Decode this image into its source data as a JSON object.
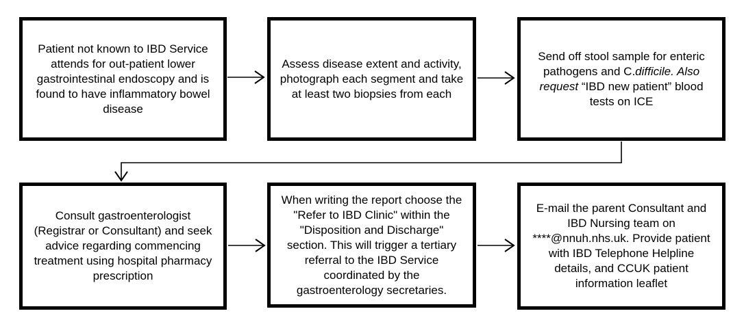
{
  "page": {
    "background_color": "#ffffff",
    "box_border_color": "#000000",
    "text_color": "#000000",
    "connector_color": "#000000"
  },
  "flowchart": {
    "boxes": [
      {
        "id": "box-1",
        "text": "Patient not known to IBD Service attends for out-patient lower gastrointestinal endoscopy and is found to have inflammatory bowel disease"
      },
      {
        "id": "box-2",
        "text": "Assess disease extent and activity, photograph each segment and take at least two biopsies from each"
      },
      {
        "id": "box-3",
        "segments": [
          {
            "text": "Send off stool sample for enteric pathogens and C.",
            "style": "normal"
          },
          {
            "text": "difficile. Also request",
            "style": "italic"
          },
          {
            "text": " “IBD new patient” blood tests on ICE",
            "style": "normal"
          }
        ]
      },
      {
        "id": "box-4",
        "text": "Consult gastroenterologist (Registrar or Consultant) and seek advice regarding commencing treatment using hospital pharmacy prescription"
      },
      {
        "id": "box-5",
        "text": "When writing the report choose the \"Refer to IBD Clinic\" within the \"Disposition and Discharge\" section. This will trigger a tertiary referral to the IBD Service coordinated by the gastroenterology secretaries."
      },
      {
        "id": "box-6",
        "text": "E-mail the parent Consultant and IBD Nursing team on ****@nnuh.nhs.uk. Provide patient with IBD Telephone Helpline details, and CCUK patient information leaflet"
      }
    ],
    "connectors": [
      {
        "from": "box-1",
        "to": "box-2",
        "shape": "straight-right-arrow"
      },
      {
        "from": "box-2",
        "to": "box-3",
        "shape": "straight-right-arrow"
      },
      {
        "from": "box-3",
        "to": "box-4",
        "shape": "elbow-down-left-down-arrow"
      },
      {
        "from": "box-4",
        "to": "box-5",
        "shape": "straight-right-arrow"
      },
      {
        "from": "box-5",
        "to": "box-6",
        "shape": "straight-right-arrow"
      }
    ]
  }
}
